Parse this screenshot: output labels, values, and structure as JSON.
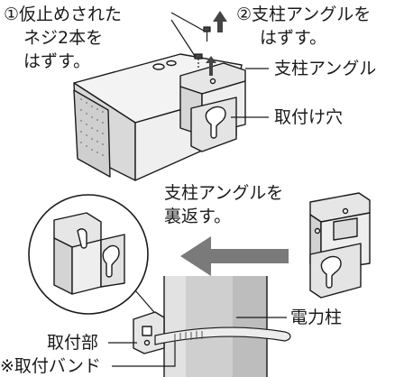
{
  "labels": {
    "step1_line1": "①仮止めされた",
    "step1_line2": "ネジ2本を",
    "step1_line3": "はずす。",
    "step2_line1": "②支柱アングルを",
    "step2_line2": "はずす。",
    "angle_label": "支柱アングル",
    "hole_label": "取付け穴",
    "flip_line1": "支柱アングルを",
    "flip_line2": "裏返す。",
    "pole_label": "電力柱",
    "mount_label": "取付部",
    "band_label": "※取付バンド"
  },
  "colors": {
    "metal": "#e8e8e8",
    "metal_dark": "#bdbdbd",
    "pole": "#c9c9c9",
    "arrow": "#7a7a7a",
    "line": "#1a1a1a"
  }
}
